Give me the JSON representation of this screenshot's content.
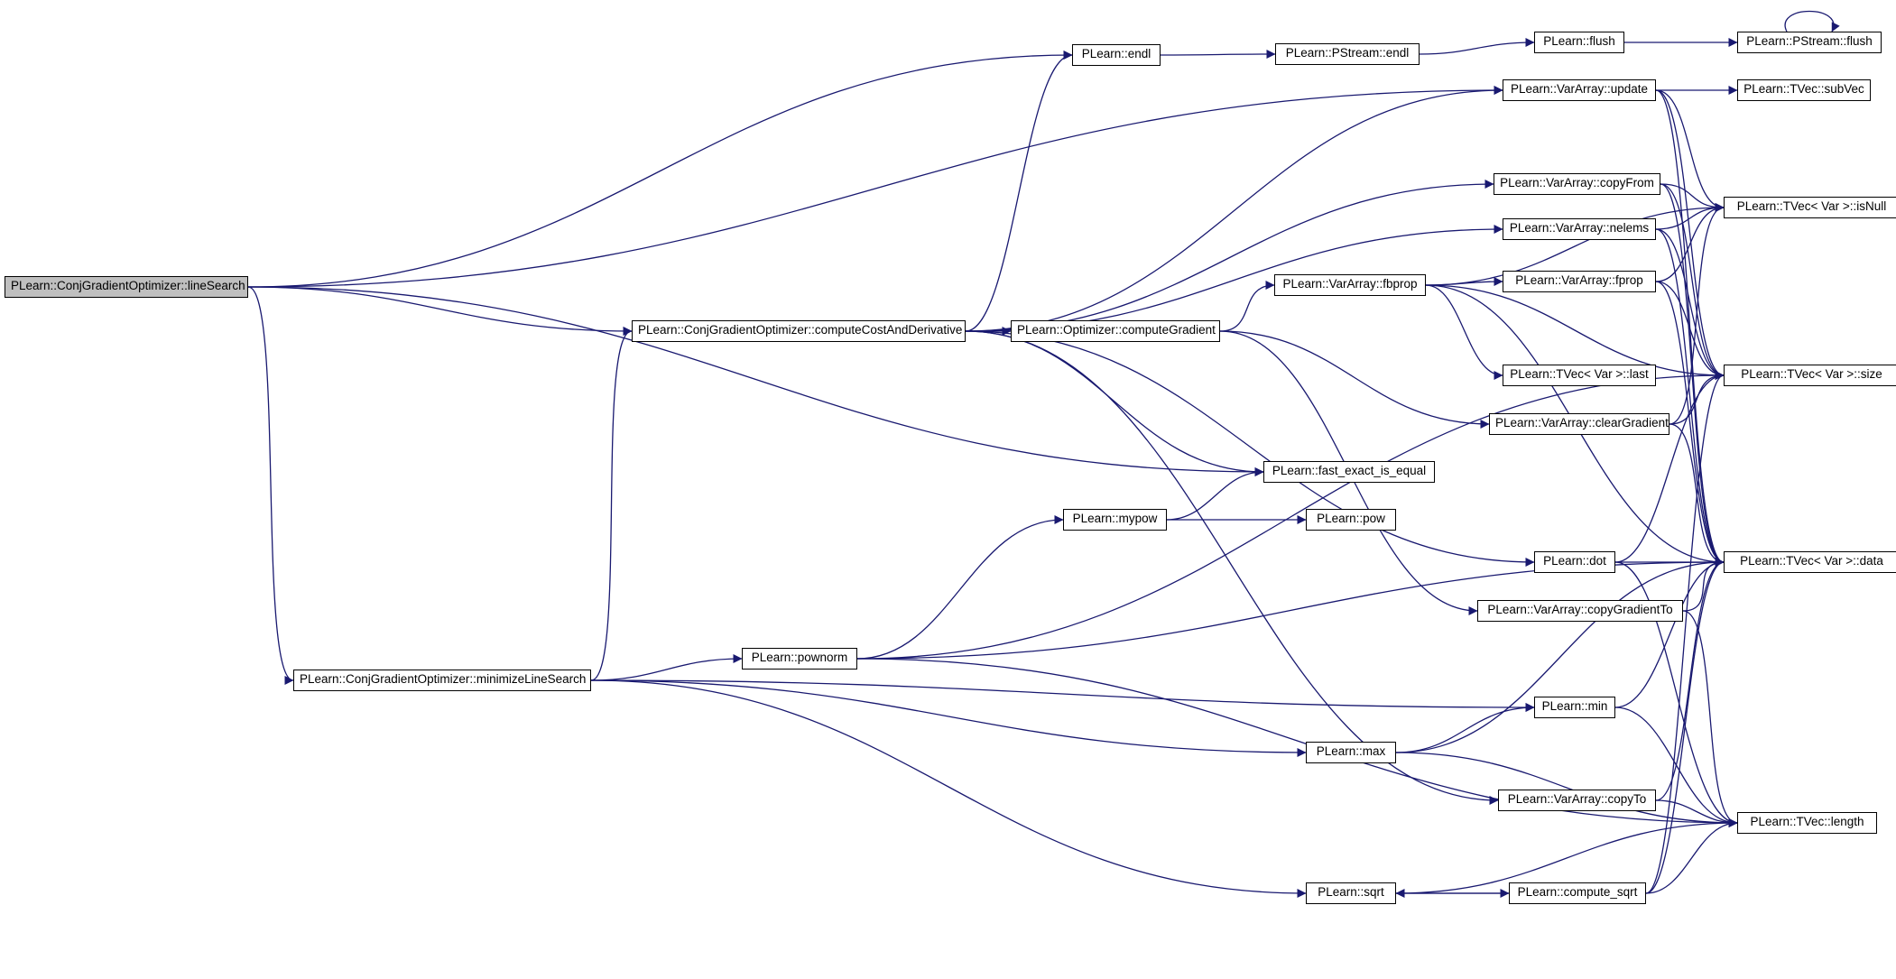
{
  "nodes": [
    {
      "id": "lineSearch",
      "label": "PLearn::ConjGradientOptimizer::lineSearch",
      "root": true
    },
    {
      "id": "computeCost",
      "label": "PLearn::ConjGradientOptimizer::computeCostAndDerivative"
    },
    {
      "id": "minimizeLS",
      "label": "PLearn::ConjGradientOptimizer::minimizeLineSearch"
    },
    {
      "id": "endl",
      "label": "PLearn::endl"
    },
    {
      "id": "pendl",
      "label": "PLearn::PStream::endl"
    },
    {
      "id": "flush",
      "label": "PLearn::flush"
    },
    {
      "id": "pflush",
      "label": "PLearn::PStream::flush"
    },
    {
      "id": "update",
      "label": "PLearn::VarArray::update"
    },
    {
      "id": "subVec",
      "label": "PLearn::TVec::subVec"
    },
    {
      "id": "copyFrom",
      "label": "PLearn::VarArray::copyFrom"
    },
    {
      "id": "isNull",
      "label": "PLearn::TVec< Var >::isNull"
    },
    {
      "id": "nelems",
      "label": "PLearn::VarArray::nelems"
    },
    {
      "id": "fbprop",
      "label": "PLearn::VarArray::fbprop"
    },
    {
      "id": "fprop",
      "label": "PLearn::VarArray::fprop"
    },
    {
      "id": "computeGradient",
      "label": "PLearn::Optimizer::computeGradient"
    },
    {
      "id": "size",
      "label": "PLearn::TVec< Var >::size"
    },
    {
      "id": "last",
      "label": "PLearn::TVec< Var >::last"
    },
    {
      "id": "clearGradient",
      "label": "PLearn::VarArray::clearGradient"
    },
    {
      "id": "fastEq",
      "label": "PLearn::fast_exact_is_equal"
    },
    {
      "id": "mypow",
      "label": "PLearn::mypow"
    },
    {
      "id": "pow",
      "label": "PLearn::pow"
    },
    {
      "id": "dot",
      "label": "PLearn::dot"
    },
    {
      "id": "data",
      "label": "PLearn::TVec< Var >::data"
    },
    {
      "id": "copyGradientTo",
      "label": "PLearn::VarArray::copyGradientTo"
    },
    {
      "id": "pownorm",
      "label": "PLearn::pownorm"
    },
    {
      "id": "min",
      "label": "PLearn::min"
    },
    {
      "id": "max",
      "label": "PLearn::max"
    },
    {
      "id": "copyTo",
      "label": "PLearn::VarArray::copyTo"
    },
    {
      "id": "length",
      "label": "PLearn::TVec::length"
    },
    {
      "id": "sqrt",
      "label": "PLearn::sqrt"
    },
    {
      "id": "computeSqrt",
      "label": "PLearn::compute_sqrt"
    }
  ],
  "edges": [
    [
      "lineSearch",
      "endl"
    ],
    [
      "lineSearch",
      "update"
    ],
    [
      "lineSearch",
      "computeCost"
    ],
    [
      "lineSearch",
      "fastEq"
    ],
    [
      "lineSearch",
      "minimizeLS"
    ],
    [
      "computeCost",
      "endl"
    ],
    [
      "computeCost",
      "update"
    ],
    [
      "computeCost",
      "copyFrom"
    ],
    [
      "computeCost",
      "nelems"
    ],
    [
      "computeCost",
      "computeGradient"
    ],
    [
      "computeCost",
      "fastEq"
    ],
    [
      "computeCost",
      "dot"
    ],
    [
      "computeCost",
      "copyTo"
    ],
    [
      "minimizeLS",
      "computeCost"
    ],
    [
      "minimizeLS",
      "pownorm"
    ],
    [
      "minimizeLS",
      "min"
    ],
    [
      "minimizeLS",
      "max"
    ],
    [
      "minimizeLS",
      "sqrt"
    ],
    [
      "endl",
      "pendl"
    ],
    [
      "pendl",
      "flush"
    ],
    [
      "flush",
      "pflush"
    ],
    [
      "pflush",
      "pflush"
    ],
    [
      "update",
      "subVec"
    ],
    [
      "update",
      "isNull"
    ],
    [
      "update",
      "size"
    ],
    [
      "update",
      "data"
    ],
    [
      "copyFrom",
      "isNull"
    ],
    [
      "copyFrom",
      "size"
    ],
    [
      "copyFrom",
      "data"
    ],
    [
      "nelems",
      "isNull"
    ],
    [
      "nelems",
      "size"
    ],
    [
      "nelems",
      "data"
    ],
    [
      "computeGradient",
      "fbprop"
    ],
    [
      "computeGradient",
      "clearGradient"
    ],
    [
      "computeGradient",
      "copyGradientTo"
    ],
    [
      "fbprop",
      "isNull"
    ],
    [
      "fbprop",
      "fprop"
    ],
    [
      "fbprop",
      "last"
    ],
    [
      "fbprop",
      "size"
    ],
    [
      "fbprop",
      "data"
    ],
    [
      "fprop",
      "isNull"
    ],
    [
      "fprop",
      "size"
    ],
    [
      "fprop",
      "data"
    ],
    [
      "clearGradient",
      "isNull"
    ],
    [
      "clearGradient",
      "size"
    ],
    [
      "clearGradient",
      "data"
    ],
    [
      "mypow",
      "fastEq"
    ],
    [
      "mypow",
      "pow"
    ],
    [
      "dot",
      "size"
    ],
    [
      "dot",
      "data"
    ],
    [
      "dot",
      "length"
    ],
    [
      "copyGradientTo",
      "data"
    ],
    [
      "copyGradientTo",
      "length"
    ],
    [
      "pownorm",
      "mypow"
    ],
    [
      "pownorm",
      "size"
    ],
    [
      "pownorm",
      "data"
    ],
    [
      "pownorm",
      "length"
    ],
    [
      "min",
      "data"
    ],
    [
      "min",
      "length"
    ],
    [
      "max",
      "min"
    ],
    [
      "max",
      "data"
    ],
    [
      "max",
      "length"
    ],
    [
      "copyTo",
      "data"
    ],
    [
      "copyTo",
      "length"
    ],
    [
      "sqrt",
      "computeSqrt"
    ],
    [
      "sqrt",
      "length"
    ],
    [
      "computeSqrt",
      "sqrt"
    ],
    [
      "computeSqrt",
      "size"
    ],
    [
      "computeSqrt",
      "data"
    ],
    [
      "computeSqrt",
      "length"
    ]
  ]
}
